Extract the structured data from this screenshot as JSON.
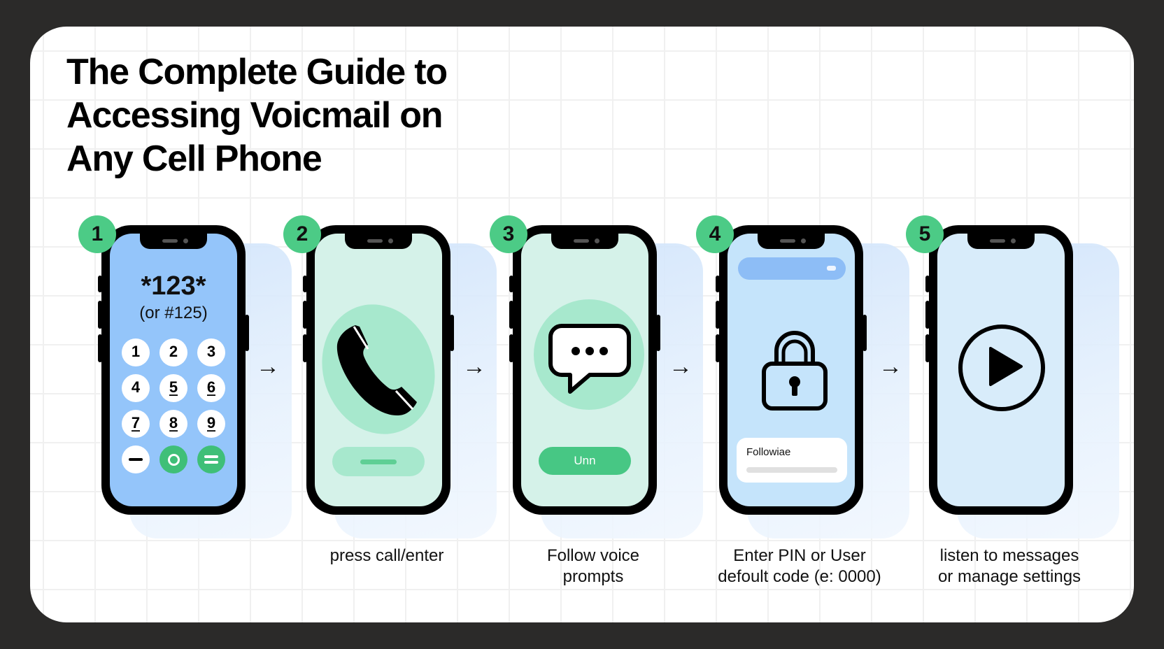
{
  "title": {
    "lines": [
      "The Complete Guide to",
      "Accessing Voicmail on",
      "Any Cell Phone"
    ]
  },
  "colors": {
    "frame": "#2b2a29",
    "card": "#ffffff",
    "grid": "#f0f0f0",
    "badge": "#4ccb86",
    "screen_blue": "#94c5fa",
    "screen_mint": "#d5f2e9",
    "screen_lightblue": "#c5e4fb",
    "screen_paleblue": "#d8ecfa",
    "accent_green": "#47c784",
    "circle_mint": "#a7e8cd"
  },
  "steps": [
    {
      "number": "1",
      "caption": "",
      "icon": "keypad-icon",
      "screen": {
        "code": "*123*",
        "alt_code": "(or #125)",
        "keys": [
          {
            "digit": "1",
            "sub": ""
          },
          {
            "digit": "2",
            "sub": ""
          },
          {
            "digit": "3",
            "sub": ""
          },
          {
            "digit": "4",
            "sub": ""
          },
          {
            "digit": "5",
            "sub": "ꟷ"
          },
          {
            "digit": "6",
            "sub": "ꟷ"
          },
          {
            "digit": "7",
            "sub": "ꟷ"
          },
          {
            "digit": "8",
            "sub": "ꟷ"
          },
          {
            "digit": "9",
            "sub": "ꟷ"
          }
        ],
        "bottom_keys": [
          "minus-icon",
          "call-ring-icon",
          "equals-icon"
        ]
      }
    },
    {
      "number": "2",
      "caption": "press call/enter",
      "icon": "phone-handset-icon"
    },
    {
      "number": "3",
      "caption_lines": [
        "Follow voice",
        "prompts"
      ],
      "icon": "chat-bubble-icon",
      "button_label": "Unn"
    },
    {
      "number": "4",
      "caption_lines": [
        "Enter  PIN  or  User",
        "defoult code (e: 0000)"
      ],
      "icon": "padlock-icon",
      "card_label": "Followiae"
    },
    {
      "number": "5",
      "caption_lines": [
        "listen to messages",
        "or manage settings"
      ],
      "icon": "play-circle-icon"
    }
  ],
  "arrow_glyph": "→"
}
